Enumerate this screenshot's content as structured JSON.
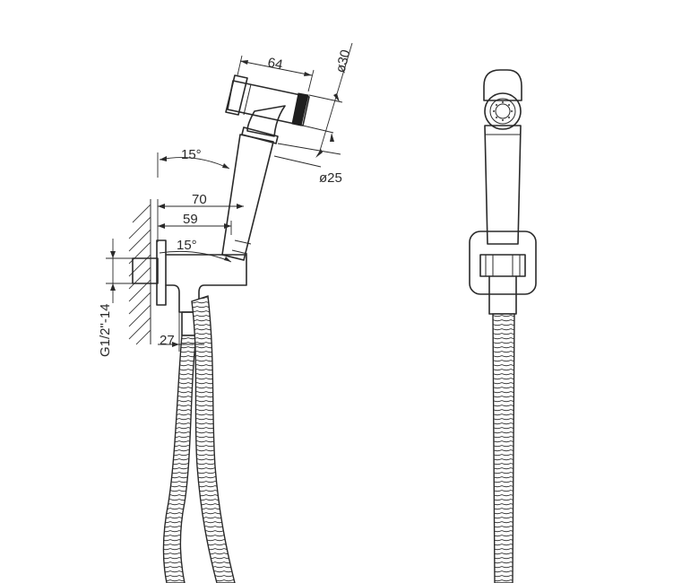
{
  "dimensions": {
    "d64": "64",
    "d30": "ø30",
    "d15_top": "15°",
    "d25": "ø25",
    "d70": "70",
    "d59": "59",
    "d15_mid": "15°",
    "thread": "G1/2\"-14",
    "d27": "27"
  },
  "colors": {
    "line": "#2a2a2a",
    "background": "#ffffff"
  },
  "icons": [
    "wall-hatch",
    "wall-bracket",
    "hand-shower",
    "flexible-hose",
    "front-view-shower"
  ]
}
